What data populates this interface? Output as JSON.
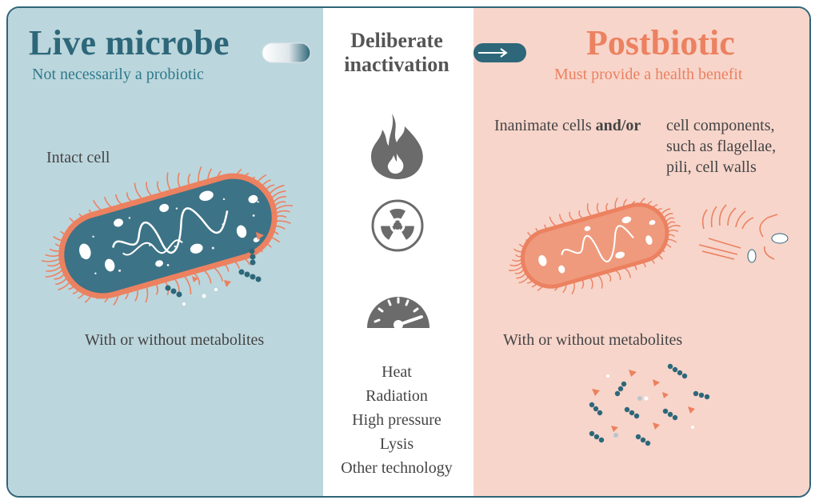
{
  "left": {
    "title": "Live microbe",
    "subtitle": "Not necessarily a probiotic",
    "intact_label": "Intact cell",
    "metabolites_label": "With or without metabolites"
  },
  "middle": {
    "title_line1": "Deliberate",
    "title_line2": "inactivation",
    "icons": [
      "flame-icon",
      "radiation-icon",
      "pressure-gauge-icon"
    ],
    "methods": [
      "Heat",
      "Radiation",
      "High pressure",
      "Lysis",
      "Other technology"
    ]
  },
  "right": {
    "title": "Postbiotic",
    "subtitle": "Must provide a health benefit",
    "inanimate_prefix": "Inanimate cells ",
    "inanimate_bold": "and/or",
    "components_line1": "cell components,",
    "components_line2": "such as flagellae,",
    "components_line3": "pili, cell walls",
    "metabolites_label": "With or without metabolites"
  },
  "colors": {
    "teal_dark": "#2d6779",
    "teal_panel": "#bcd6dd",
    "salmon": "#ec8160",
    "salmon_panel": "#f7d5cb",
    "icon_gray": "#6b6b6b"
  }
}
